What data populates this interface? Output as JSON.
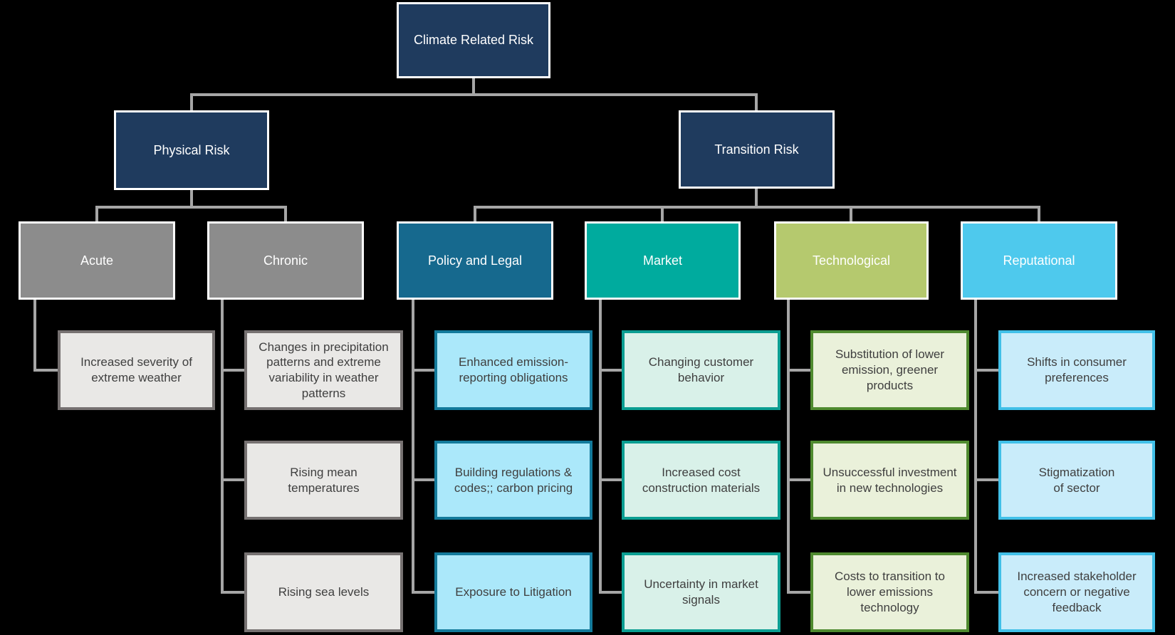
{
  "colors": {
    "background": "#000000",
    "connector": "#a6a6a6",
    "navy": "#1f3b5e",
    "category_gray": "#8c8c8c",
    "policy_teal_blue": "#16698e",
    "market_teal": "#00ab9e",
    "technological_olive": "#b5c96e",
    "reputational_sky": "#4ec9ed",
    "leaf_gray_fill": "#e9e8e6",
    "leaf_gray_border": "#767171",
    "leaf_policy_fill": "#abe8fa",
    "leaf_policy_border": "#137a9b",
    "leaf_market_fill": "#d9f1e9",
    "leaf_market_border": "#0b9e92",
    "leaf_tech_fill": "#eaf1da",
    "leaf_tech_border": "#4f8a2f",
    "leaf_rep_fill": "#c9ecfa",
    "leaf_rep_border": "#41c0e8",
    "leaf_text": "#3f3f3f",
    "node_text": "#ffffff"
  },
  "root": {
    "label": "Climate Related Risk"
  },
  "physical": {
    "label": "Physical Risk",
    "acute": {
      "label": "Acute",
      "leaves": [
        "Increased severity of extreme weather"
      ]
    },
    "chronic": {
      "label": "Chronic",
      "leaves": [
        "Changes in precipitation patterns and extreme variability in weather patterns",
        "Rising mean temperatures",
        "Rising sea levels"
      ]
    }
  },
  "transition": {
    "label": "Transition Risk",
    "policy": {
      "label": "Policy and Legal",
      "leaves": [
        "Enhanced emission-reporting obligations",
        "Building regulations & codes;; carbon pricing",
        "Exposure to Litigation"
      ]
    },
    "market": {
      "label": "Market",
      "leaves": [
        "Changing customer behavior",
        "Increased cost construction materials",
        "Uncertainty in market signals"
      ]
    },
    "technological": {
      "label": "Technological",
      "leaves": [
        "Substitution of lower emission, greener products",
        "Unsuccessful investment in new technologies",
        "Costs to transition to lower emissions technology"
      ]
    },
    "reputational": {
      "label": "Reputational",
      "leaves": [
        "Shifts in consumer preferences",
        "Stigmatization\nof sector",
        "Increased stakeholder concern or negative feedback"
      ]
    }
  }
}
